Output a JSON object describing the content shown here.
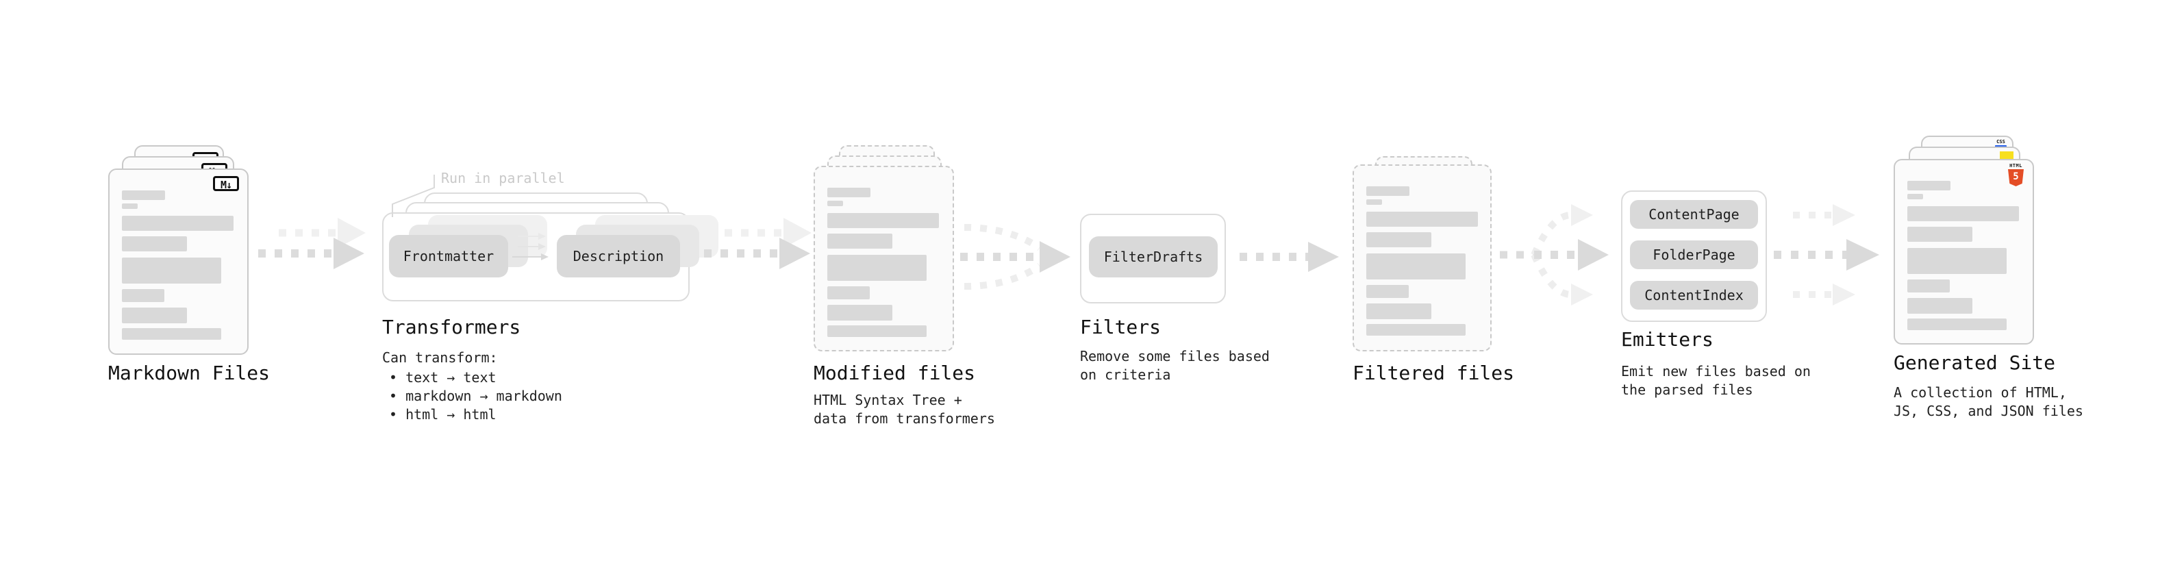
{
  "sections": {
    "markdown": {
      "title": "Markdown Files",
      "badge": "M↓"
    },
    "transformers": {
      "title": "Transformers",
      "callout": "Run in parallel",
      "pill_left": "Frontmatter",
      "pill_right": "Description",
      "desc_heading": "Can transform:",
      "bullets": [
        "• text → text",
        "• markdown → markdown",
        "• html → html"
      ]
    },
    "modified": {
      "title": "Modified files",
      "desc_line1": "HTML Syntax Tree +",
      "desc_line2": "data from transformers"
    },
    "filters": {
      "title": "Filters",
      "pill": "FilterDrafts",
      "desc_line1": "Remove some files based",
      "desc_line2": "on criteria"
    },
    "filtered": {
      "title": "Filtered files"
    },
    "emitters": {
      "title": "Emitters",
      "pills": [
        "ContentPage",
        "FolderPage",
        "ContentIndex"
      ],
      "desc_line1": "Emit new files based on",
      "desc_line2": "the parsed files"
    },
    "generated": {
      "title": "Generated Site",
      "desc_line1": "A collection of HTML,",
      "desc_line2": "JS, CSS, and JSON files",
      "css_badge": "CSS",
      "html_badge_label": "HTML",
      "html_badge_number": "5"
    }
  },
  "colors": {
    "arrow_dark": "#dcdcdc",
    "arrow_light": "#efefef",
    "pill_gray": "#d9d9d9",
    "html5_orange": "#e44d26",
    "js_yellow": "#f7df1e",
    "css_blue": "#2961e9"
  }
}
